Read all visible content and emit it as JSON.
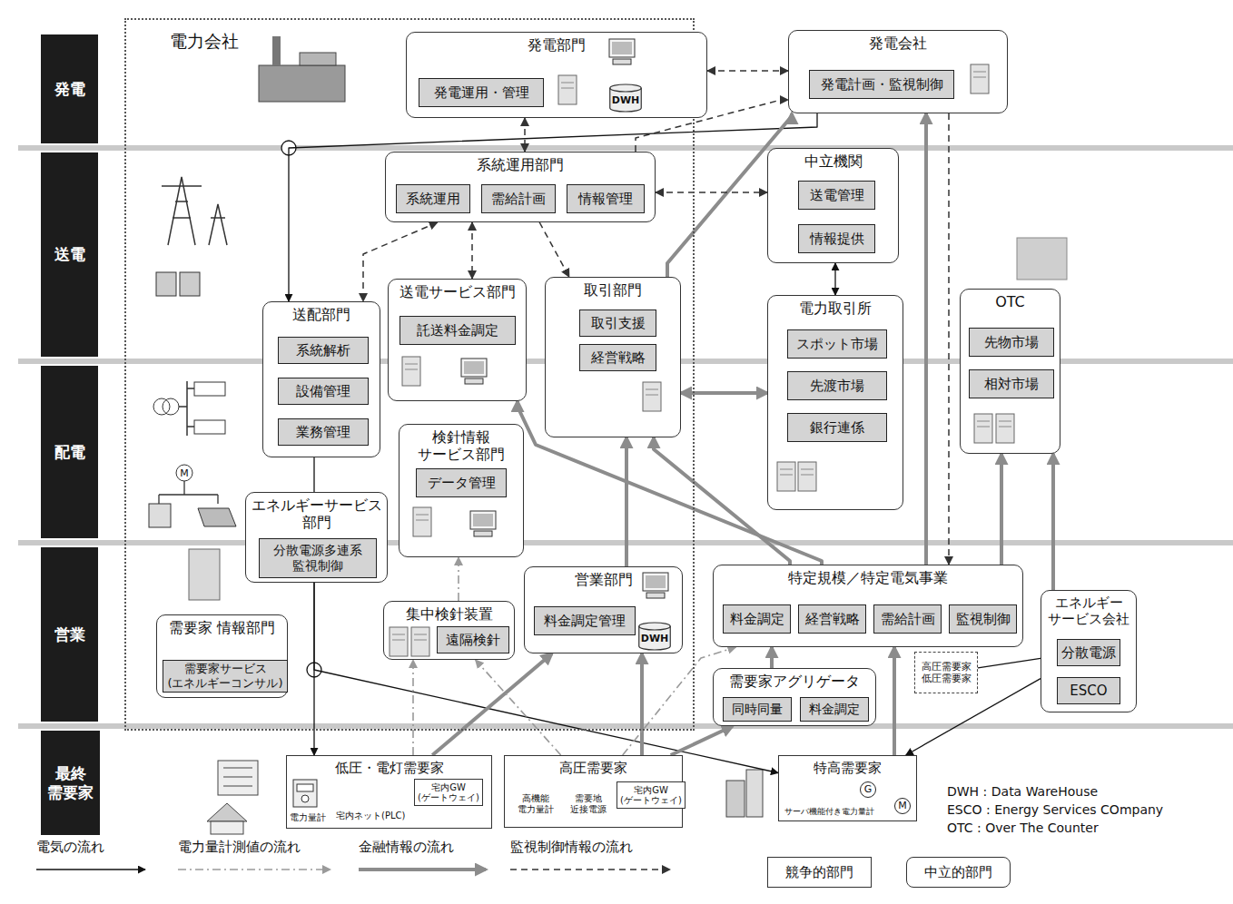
{
  "diagram": {
    "nodes": [
      {
        "text": [
          "発電"
        ]
      },
      {
        "text": [
          "送電"
        ]
      },
      {
        "text": [
          "配電"
        ]
      },
      {
        "text": [
          "営業"
        ]
      },
      {
        "text": [
          "最終 需要家"
        ]
      },
      {
        "text": [
          "電力会社"
        ]
      },
      {
        "text": [
          "発電部門"
        ],
        "in": 5
      },
      {
        "text": [
          "発電運用・管理"
        ],
        "in": 6
      },
      {
        "text": [
          "DWH"
        ],
        "in": 6
      },
      {
        "text": [
          "系統運用部門"
        ],
        "in": 5
      },
      {
        "text": [
          "系統運用"
        ],
        "in": 9
      },
      {
        "text": [
          "需給計画"
        ],
        "in": 9
      },
      {
        "text": [
          "情報管理"
        ],
        "in": 9
      },
      {
        "text": [
          "送配部門"
        ],
        "in": 5
      },
      {
        "text": [
          "系統解析"
        ],
        "in": 13
      },
      {
        "text": [
          "設備管理"
        ],
        "in": 13
      },
      {
        "text": [
          "業務管理"
        ],
        "in": 13
      },
      {
        "text": [
          "送電サービス部門"
        ],
        "in": 5
      },
      {
        "text": [
          "託送料金調定"
        ],
        "in": 17
      },
      {
        "text": [
          "取引部門"
        ],
        "in": 5
      },
      {
        "text": [
          "取引支援"
        ],
        "in": 19
      },
      {
        "text": [
          "経営戦略"
        ],
        "in": 19
      },
      {
        "text": [
          "エネルギーサービス 部門"
        ],
        "in": 5
      },
      {
        "text": [
          "分散電源多連系 監視制御"
        ],
        "in": 22
      },
      {
        "text": [
          "検針情報 サービス部門"
        ],
        "in": 5
      },
      {
        "text": [
          "データ管理"
        ],
        "in": 24
      },
      {
        "text": [
          "集中検針装置"
        ],
        "in": 5
      },
      {
        "text": [
          "遠隔検針"
        ],
        "in": 26
      },
      {
        "text": [
          "営業部門"
        ],
        "in": 5
      },
      {
        "text": [
          "料金調定管理"
        ],
        "in": 28
      },
      {
        "text": [
          "DWH"
        ],
        "in": 28
      },
      {
        "text": [
          "需要家 情報部門"
        ],
        "in": 5
      },
      {
        "text": [
          "需要家サービス (エネルギーコンサル)"
        ],
        "in": 31
      },
      {
        "text": [
          "発電会社"
        ]
      },
      {
        "text": [
          "発電計画・監視制御"
        ],
        "in": 33
      },
      {
        "text": [
          "中立機関"
        ]
      },
      {
        "text": [
          "送電管理"
        ],
        "in": 35
      },
      {
        "text": [
          "情報提供"
        ],
        "in": 35
      },
      {
        "text": [
          "電力取引所"
        ]
      },
      {
        "text": [
          "スポット市場"
        ],
        "in": 38
      },
      {
        "text": [
          "先渡市場"
        ],
        "in": 38
      },
      {
        "text": [
          "銀行連係"
        ],
        "in": 38
      },
      {
        "text": [
          "OTC"
        ]
      },
      {
        "text": [
          "先物市場"
        ],
        "in": 42
      },
      {
        "text": [
          "相対市場"
        ],
        "in": 42
      },
      {
        "text": [
          "特定規模／特定電気事業"
        ]
      },
      {
        "text": [
          "料金調定"
        ],
        "in": 45
      },
      {
        "text": [
          "経営戦略"
        ],
        "in": 45
      },
      {
        "text": [
          "需給計画"
        ],
        "in": 45
      },
      {
        "text": [
          "監視制御"
        ],
        "in": 45
      },
      {
        "text": [
          "需要家アグリゲータ"
        ]
      },
      {
        "text": [
          "同時同量"
        ],
        "in": 50
      },
      {
        "text": [
          "料金調定"
        ],
        "in": 50
      },
      {
        "text": [
          "高圧需要家",
          "低圧需要家"
        ]
      },
      {
        "text": [
          "エネルギー サービス会社"
        ]
      },
      {
        "text": [
          "分散電源"
        ],
        "in": 54
      },
      {
        "text": [
          "ESCO"
        ],
        "in": 54
      },
      {
        "text": [
          "低圧・電灯需要家"
        ]
      },
      {
        "text": [
          "宅内GW (ゲートウェイ)"
        ],
        "in": 57
      },
      {
        "text": [
          "高圧需要家"
        ]
      },
      {
        "text": [
          "宅内GW (ゲートウェイ)"
        ],
        "in": 59
      },
      {
        "text": [
          "特高需要家"
        ]
      },
      {
        "text": [
          "G"
        ],
        "in": 61
      },
      {
        "text": [
          "M"
        ],
        "in": 61
      }
    ],
    "edges": [
      {
        "from": 33,
        "to": 13,
        "arrow": "to"
      },
      {
        "from": 13,
        "to": 22,
        "arrow": "none"
      },
      {
        "from": 22,
        "to": 57,
        "arrow": "to"
      },
      {
        "from": 22,
        "to": 61,
        "arrow": "to"
      },
      {
        "from": 54,
        "to": 61,
        "arrow": "to"
      },
      {
        "from": 57,
        "to": 28,
        "arrow": "to"
      },
      {
        "from": 59,
        "to": 28,
        "arrow": "to"
      },
      {
        "from": 28,
        "to": 19,
        "arrow": "to"
      },
      {
        "from": 19,
        "to": 33,
        "arrow": "to"
      },
      {
        "from": 19,
        "to": 38,
        "arrow": "both"
      },
      {
        "from": 45,
        "to": 17,
        "arrow": "to"
      },
      {
        "from": 45,
        "to": 19,
        "arrow": "to"
      },
      {
        "from": 45,
        "to": 33,
        "arrow": "to"
      },
      {
        "from": 45,
        "to": 42,
        "arrow": "to"
      },
      {
        "from": 54,
        "to": 42,
        "arrow": "to"
      },
      {
        "from": 61,
        "to": 45,
        "arrow": "to"
      },
      {
        "from": 50,
        "to": 45,
        "arrow": "to"
      },
      {
        "from": 59,
        "to": 50,
        "arrow": "to"
      },
      {
        "from": 53,
        "to": 54,
        "arrow": "none"
      },
      {
        "from": 9,
        "to": 13,
        "arrow": "both"
      },
      {
        "from": 9,
        "to": 17,
        "arrow": "both"
      },
      {
        "from": 9,
        "to": 19,
        "arrow": "to"
      },
      {
        "from": 9,
        "to": 35,
        "arrow": "both"
      },
      {
        "from": 6,
        "to": 9,
        "arrow": "both"
      },
      {
        "from": 9,
        "to": 33,
        "arrow": "to"
      },
      {
        "from": 6,
        "to": 33,
        "arrow": "both"
      },
      {
        "from": 33,
        "to": 45,
        "arrow": "to"
      },
      {
        "from": 35,
        "to": 38,
        "arrow": "both"
      },
      {
        "from": 57,
        "to": 26,
        "arrow": "to"
      },
      {
        "from": 59,
        "to": 26,
        "arrow": "to"
      },
      {
        "from": 26,
        "to": 24,
        "arrow": "to"
      },
      {
        "from": 59,
        "to": 45,
        "arrow": "to"
      }
    ],
    "labels": [
      "M",
      "宅内ネット(PLC)",
      "電力量計",
      "高機能 電力量計",
      "需要地 近接電源",
      "サーバ機能付き電力量計",
      "DWH : Data WareHouse",
      "ESCO : Energy Services COmpany",
      "OTC : Over The Counter"
    ],
    "legend": [
      {
        "text": "電気の流れ"
      },
      {
        "text": "電力量計測値の流れ"
      },
      {
        "text": "金融情報の流れ"
      },
      {
        "text": "監視制御情報の流れ"
      },
      {
        "text": "競争的部門"
      },
      {
        "text": "中立的部門"
      }
    ]
  }
}
